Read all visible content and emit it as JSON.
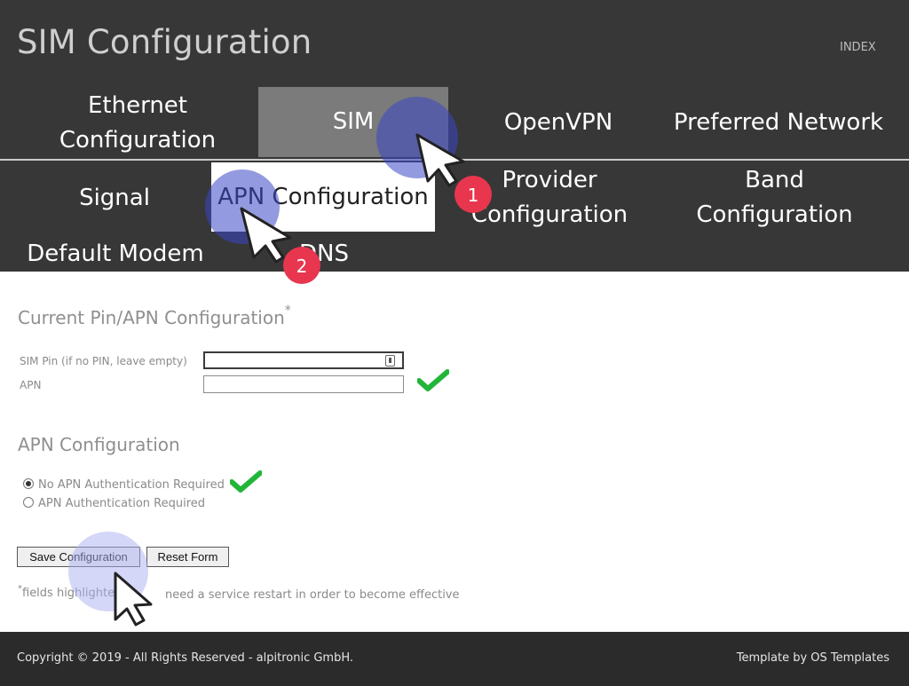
{
  "header": {
    "title": "SIM Configuration",
    "index_link": "INDEX"
  },
  "nav": {
    "row1": [
      "Ethernet Configuration",
      "SIM",
      "OpenVPN",
      "Preferred Network"
    ],
    "row2": [
      "Signal",
      "APN Configuration",
      "Provider Configuration",
      "Band Configuration"
    ],
    "row3": [
      "Default Modem",
      "DNS"
    ],
    "active": [
      "SIM",
      "APN Configuration"
    ]
  },
  "section_pin": {
    "heading": "Current Pin/APN Configuration",
    "asterisk": "*",
    "sim_pin_label": "SIM Pin (if no PIN, leave empty)",
    "sim_pin_value": "",
    "apn_label": "APN",
    "apn_value": ""
  },
  "section_apn": {
    "heading": "APN Configuration",
    "options": [
      "No APN Authentication Required",
      "APN Authentication Required"
    ],
    "selected": "No APN Authentication Required"
  },
  "buttons": {
    "save": "Save Configuration",
    "reset": "Reset Form"
  },
  "note": {
    "asterisk": "*",
    "text_left": "fields highlighte",
    "text_right": "need a service restart in order to become effective"
  },
  "footer": {
    "copyright": "Copyright © 2019 - All Rights Reserved - alpitronic GmbH.",
    "template_by": "Template by OS Templates"
  },
  "annotations": {
    "step1": "1",
    "step2": "2"
  },
  "colors": {
    "header_bg": "#373737",
    "footer_bg": "#2b2b2b",
    "active_tab_bg": "#7b7b7b",
    "check_green": "#22b53a",
    "step_badge": "#e8364f",
    "highlight_circle": "#3b47c4"
  }
}
